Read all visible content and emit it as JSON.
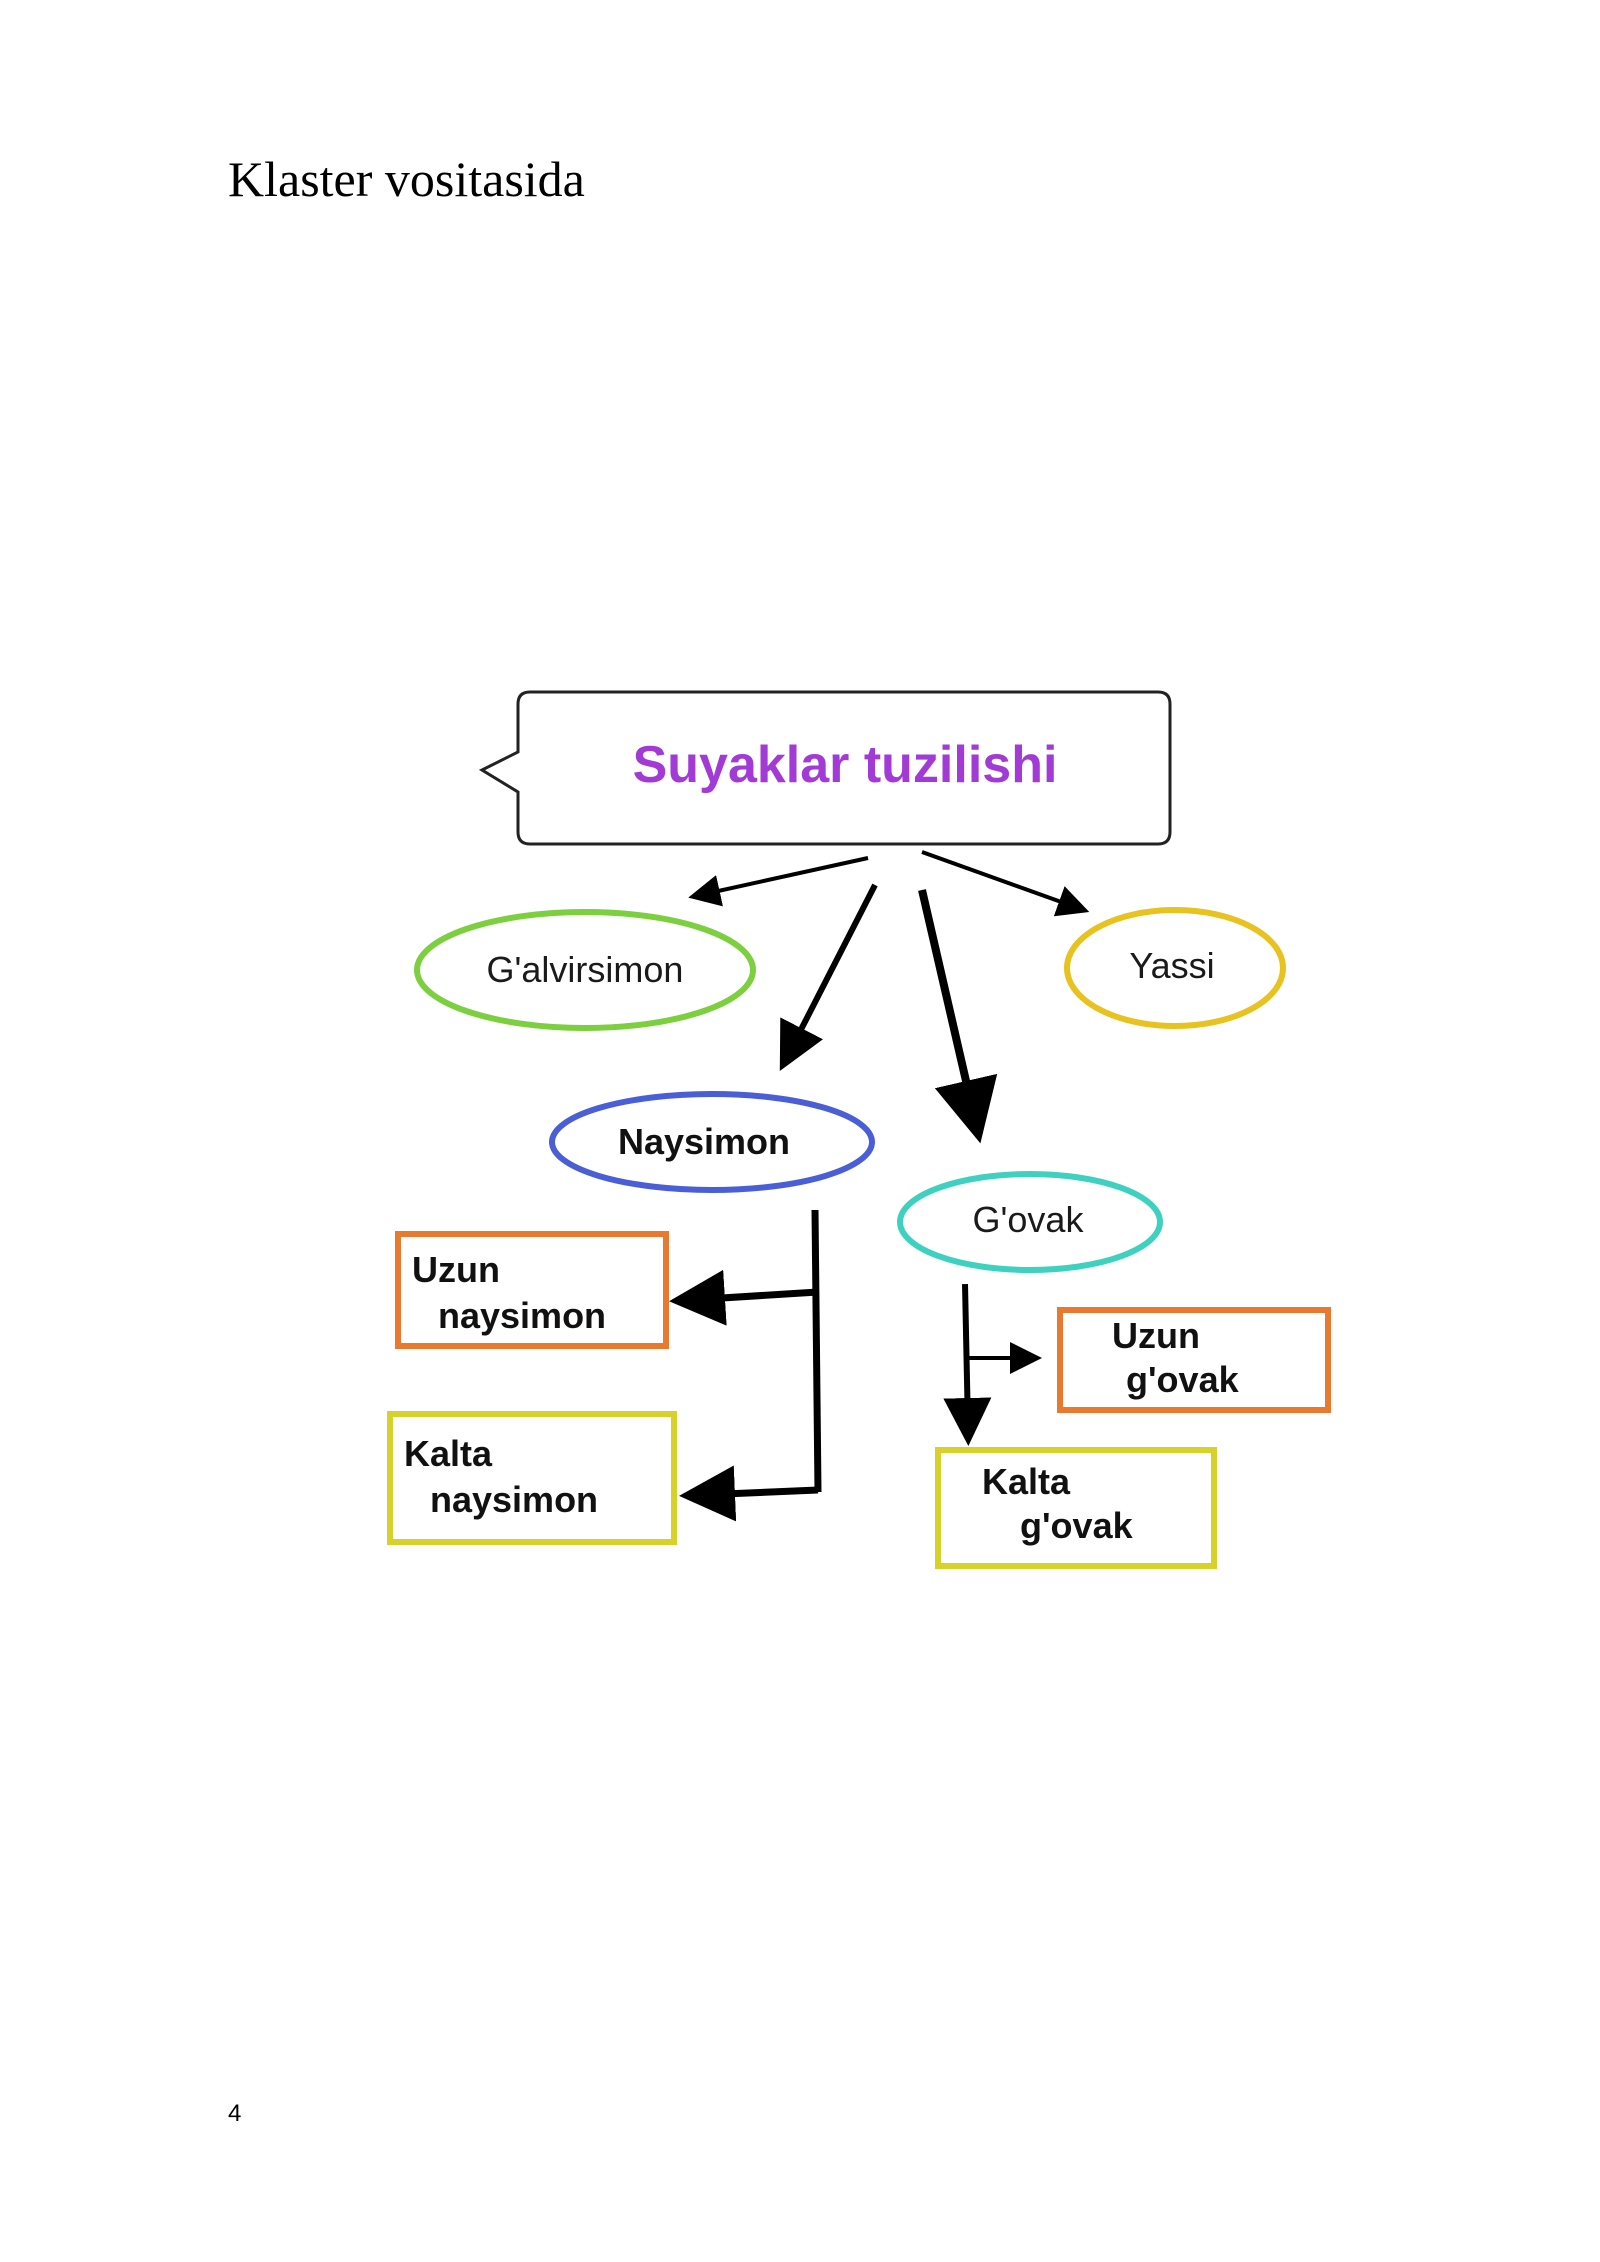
{
  "document": {
    "heading": "Klaster vositasida",
    "page_number": "4"
  },
  "diagram": {
    "root": {
      "label": "Suyaklar tuzilishi",
      "color": "#a23bd6"
    },
    "categories": [
      {
        "label": "G'alvirsimon",
        "color": "#7ccf3f"
      },
      {
        "label": "Yassi",
        "color": "#e8c21e"
      },
      {
        "label": "Naysimon",
        "color": "#4a5fd6"
      },
      {
        "label": "G'ovak",
        "color": "#3fd1c0"
      }
    ],
    "naysimon_children": [
      {
        "line1": "Uzun",
        "line2": "naysimon",
        "color": "#e8792f"
      },
      {
        "line1": "Kalta",
        "line2": "naysimon",
        "color": "#d8d12a"
      }
    ],
    "govak_children": [
      {
        "line1": "Uzun",
        "line2": "g'ovak",
        "color": "#e8792f"
      },
      {
        "line1": "Kalta",
        "line2": "g'ovak",
        "color": "#d8d12a"
      }
    ]
  }
}
